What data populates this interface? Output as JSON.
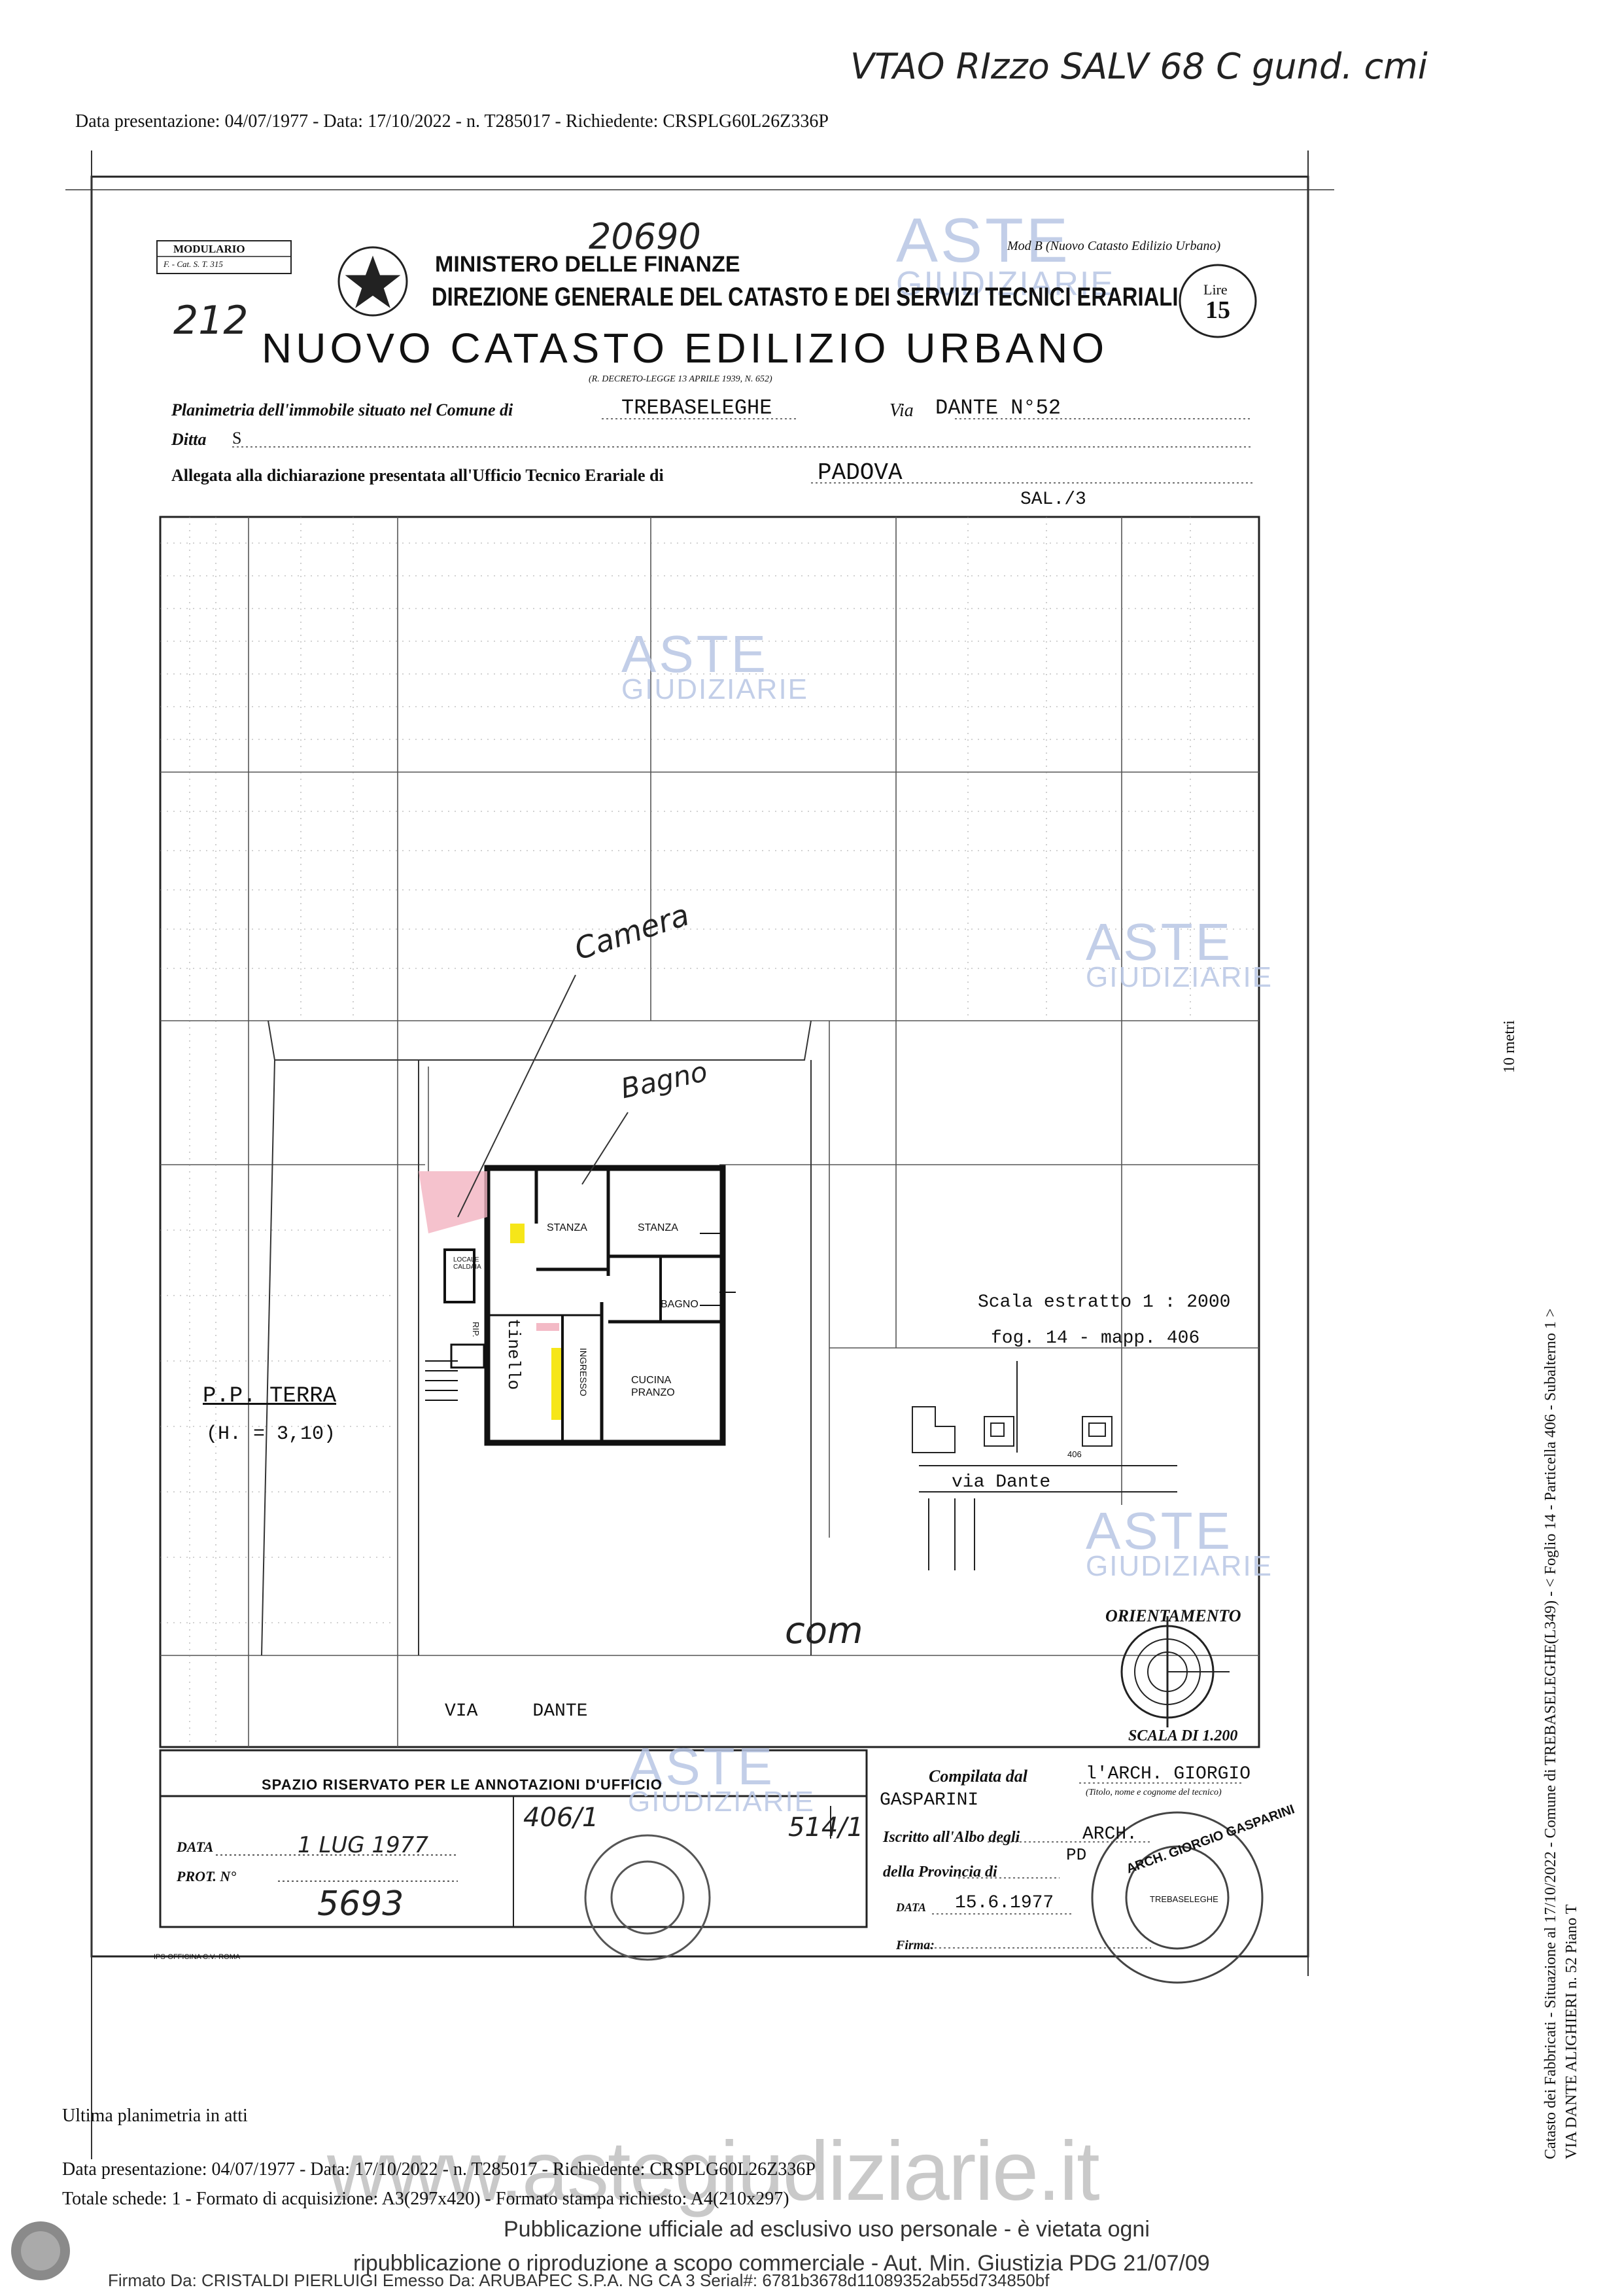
{
  "handwritten_top": "VTAO RIzzo SALV 68 C gund. cmi",
  "header_line": "Data presentazione: 04/07/1977 - Data: 17/10/2022 - n. T285017 - Richiedente: CRSPLG60L26Z336P",
  "form": {
    "modulario": "MODULARIO",
    "modulario_code": "F. - Cat. S. T. 315",
    "handwritten_number": "20690",
    "ministry": "MINISTERO DELLE FINANZE",
    "direction": "DIREZIONE GENERALE DEL CATASTO E DEI SERVIZI TECNICI ERARIALI",
    "mod_b": "Mod B (Nuovo Catasto Edilizio Urbano)",
    "lire_label": "Lire",
    "lire_value": "15",
    "handwritten_ref": "212",
    "title": "NUOVO CATASTO EDILIZIO URBANO",
    "decree": "(R. DECRETO-LEGGE 13 APRILE 1939, N. 652)",
    "planimetria_label": "Planimetria dell'immobile situato nel Comune di",
    "comune": "TREBASELEGHE",
    "via_label": "Via",
    "via_value": "DANTE N°52",
    "ditta_label": "Ditta",
    "ditta_value": "S",
    "allegata_label": "Allegata alla dichiarazione presentata all'Ufficio Tecnico Erariale di",
    "ufficio": "PADOVA",
    "sal": "SAL./3"
  },
  "plan": {
    "note_camera": "Camera",
    "note_bagno": "Bagno",
    "rooms": {
      "stanza1": "STANZA",
      "stanza2": "STANZA",
      "locale": "LOCALE CALDAIA",
      "bagno": "BAGNO",
      "tinello": "tinello",
      "ingresso": "INGRESSO",
      "cucina": "CUCINA PRANZO",
      "rip": "RIP."
    },
    "floor_label": "P.P. TERRA",
    "height_label": "(H. = 3,10)",
    "scale_extract": "Scala estratto 1 : 2000",
    "fog": "fog. 14 - mapp. 406",
    "mapp_num": "406",
    "via_dante_small": "via Dante",
    "com_note": "com",
    "orientamento": "ORIENTAMENTO",
    "scala": "SCALA DI 1.200",
    "via_dante": "VIA     DANTE"
  },
  "annotations": {
    "title": "SPAZIO RISERVATO PER LE ANNOTAZIONI D'UFFICIO",
    "data_label": "DATA",
    "data_value": "1 LUG 1977",
    "prot_label": "PROT. N°",
    "prot_value": "5693",
    "ref1": "406/1",
    "ref2": "514/1",
    "printer": "IPS-OFFICINA C.V.-ROMA"
  },
  "compilata": {
    "label": "Compilata dal",
    "name": "l'ARCH. GIORGIO GASPARINI",
    "note": "(Titolo, nome e cognome del tecnico)",
    "iscritto": "Iscritto all'Albo degli",
    "albo": "ARCH.",
    "provincia_label": "della Provincia di",
    "provincia": "PD",
    "data_label": "DATA",
    "data": "15.6.1977",
    "firma": "Firma:",
    "stamp_text": "ARCH. GIORGIO GASPARINI",
    "stamp_inner": "TREBASELEGHE"
  },
  "side_text": {
    "line1": "Catasto dei Fabbricati - Situazione al 17/10/2022 - Comune di TREBASELEGHE(L349) - < Foglio 14 - Particella 406 - Subalterno 1 >",
    "line2": "VIA DANTE ALIGHIERI n. 52 Piano T",
    "scale": "10 metri"
  },
  "footer": {
    "ultima": "Ultima planimetria in atti",
    "line1": "Data presentazione: 04/07/1977 - Data: 17/10/2022 - n. T285017 - Richiedente: CRSPLG60L26Z336P",
    "line2": "Totale schede: 1 - Formato di acquisizione: A3(297x420) - Formato stampa richiesto: A4(210x297)",
    "pubblicazione1": "Pubblicazione ufficiale ad esclusivo uso personale - è vietata ogni",
    "pubblicazione2": "ripubblicazione o riproduzione a scopo commerciale - Aut. Min. Giustizia PDG 21/07/09",
    "firmato": "Firmato Da: CRISTALDI PIERLUIGI Emesso Da: ARUBAPEC S.P.A. NG CA 3 Serial#: 6781b3678d11089352ab55d734850bf"
  },
  "watermark": {
    "aste": "ASTE",
    "giudiziarie": "GIUDIZIARIE",
    "url": "www.astegiudiziarie.it"
  }
}
